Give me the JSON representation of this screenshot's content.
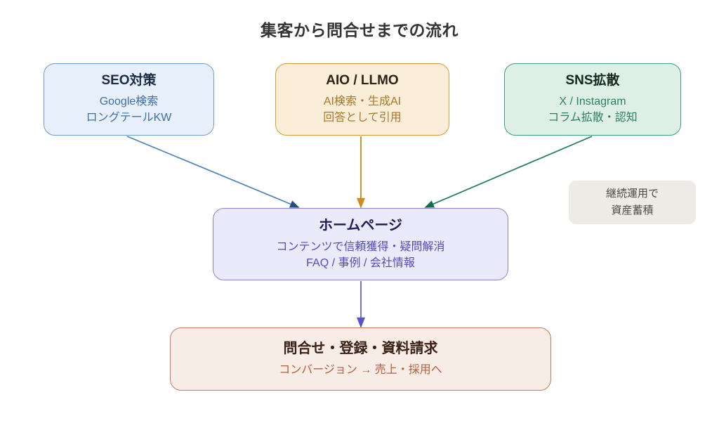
{
  "title": "集客から問合せまでの流れ",
  "nodes": {
    "seo": {
      "title": "SEO対策",
      "line1": "Google検索",
      "line2": "ロングテールKW",
      "fill": "#e7f0fa",
      "border": "#6d9fd2"
    },
    "aio": {
      "title": "AIO / LLMO",
      "line1": "AI検索・生成AI",
      "line2": "回答として引用",
      "fill": "#fbeed9",
      "border": "#d99b33"
    },
    "sns": {
      "title": "SNS拡散",
      "line1": "X / Instagram",
      "line2": "コラム拡散・認知",
      "fill": "#def0e6",
      "border": "#3f9f7d"
    },
    "homepage": {
      "title": "ホームページ",
      "line1": "コンテンツで信頼獲得・疑問解消",
      "line2": "FAQ / 事例 / 会社情報",
      "fill": "#eaeafa",
      "border": "#8b85d8"
    },
    "conversion": {
      "title": "問合せ・登録・資料請求",
      "line1": "コンバージョン → 売上・採用へ",
      "fill": "#f8ece7",
      "border": "#c57a62"
    },
    "sidenote": {
      "line1": "継続運用で",
      "line2": "資産蓄積",
      "fill": "#ecebe5"
    }
  },
  "arrows": [
    {
      "name": "seo-to-homepage",
      "color": "#3a6fa8"
    },
    {
      "name": "aio-to-homepage",
      "color": "#d08a1e"
    },
    {
      "name": "sns-to-homepage",
      "color": "#1f7a5c"
    },
    {
      "name": "homepage-to-conversion",
      "color": "#5a52c8"
    }
  ]
}
